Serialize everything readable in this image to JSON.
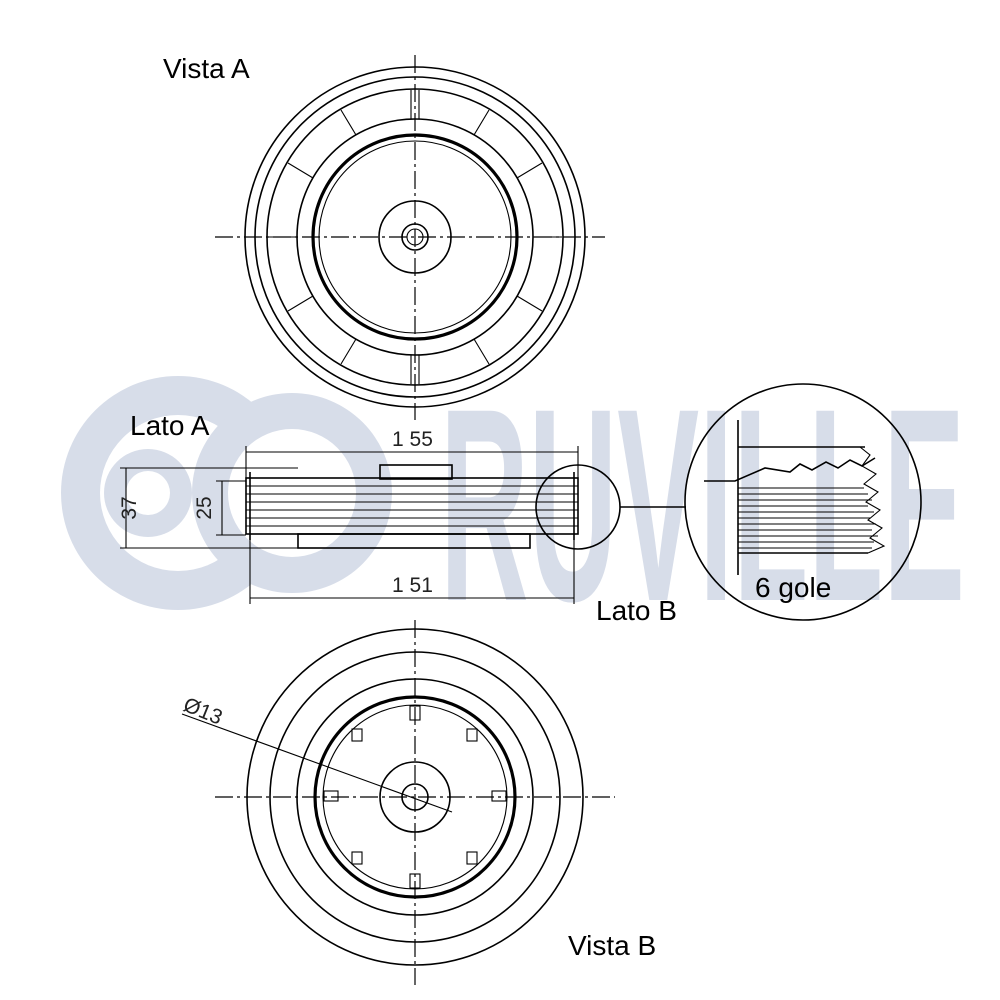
{
  "labels": {
    "view_a": "Vista A",
    "view_b": "Vista B",
    "side_a": "Lato A",
    "side_b": "Lato B",
    "grooves": "6 gole"
  },
  "dimensions": {
    "outer_width": "1 55",
    "inner_width": "1 51",
    "total_height": "37",
    "belt_height": "25",
    "bore_diameter": "Ø13"
  },
  "watermark": {
    "text": "RUVILLE",
    "color": "#d7dde9"
  }
}
